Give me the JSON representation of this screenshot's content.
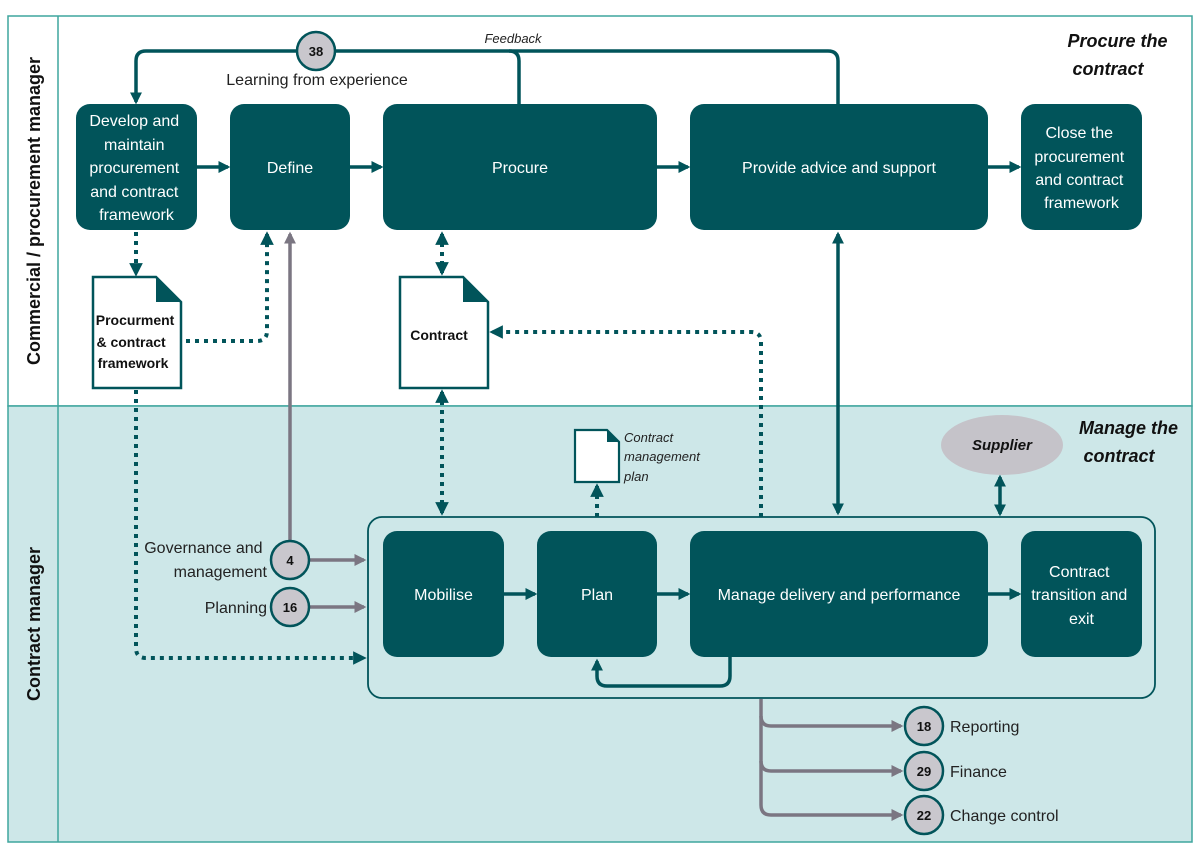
{
  "colors": {
    "box": "#01545A",
    "lane_border": "#3FA59E",
    "lower_fill": "#CDE7E8",
    "grey": "#7B7682",
    "badge_fill": "#C9C7CD",
    "supplier_fill": "#C5C3C9"
  },
  "lanes": {
    "upper": "Commercial / procurement manager",
    "lower": "Contract manager"
  },
  "titles": {
    "upper": [
      "Procure the",
      "contract"
    ],
    "lower": [
      "Manage the",
      "contract"
    ]
  },
  "boxes": {
    "develop": [
      "Develop and",
      "maintain",
      "procurement",
      "and contract",
      "framework"
    ],
    "define": [
      "Define"
    ],
    "procure": [
      "Procure"
    ],
    "advice": [
      "Provide advice and support"
    ],
    "close": [
      "Close the",
      "procurement",
      "and contract",
      "framework"
    ],
    "mobilise": [
      "Mobilise"
    ],
    "plan": [
      "Plan"
    ],
    "manage": [
      "Manage delivery and performance"
    ],
    "transition": [
      "Contract",
      "transition and",
      "exit"
    ]
  },
  "documents": {
    "framework": [
      "Procurment",
      "& contract",
      "framework"
    ],
    "contract": [
      "Contract"
    ],
    "plan": [
      "Contract",
      "management",
      "plan"
    ]
  },
  "feedback": {
    "badge": "38",
    "label": "Learning from experience",
    "caption": "Feedback"
  },
  "inputs": [
    {
      "badge": "4",
      "label": [
        "Governance and",
        "management"
      ]
    },
    {
      "badge": "16",
      "label": [
        "Planning"
      ]
    }
  ],
  "outputs": [
    {
      "badge": "18",
      "label": "Reporting"
    },
    {
      "badge": "29",
      "label": "Finance"
    },
    {
      "badge": "22",
      "label": "Change control"
    }
  ],
  "supplier": "Supplier"
}
